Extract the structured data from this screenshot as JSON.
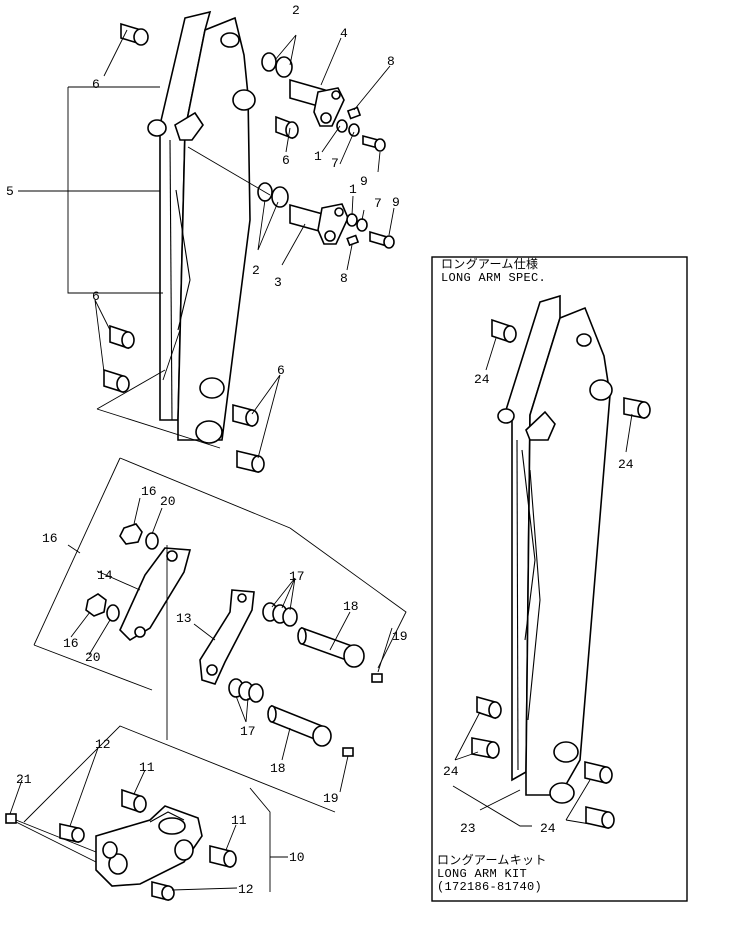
{
  "callouts": {
    "c2_top": "2",
    "c4": "4",
    "c8_top": "8",
    "c6_topleft": "6",
    "c6_mid": "6",
    "c1_a": "1",
    "c7_a": "7",
    "c9_a": "9",
    "c5": "5",
    "c1_b": "1",
    "c7_b": "7",
    "c9_b": "9",
    "c2_bottom": "2",
    "c3": "3",
    "c8_bottom": "8",
    "c6_left": "6",
    "c6_right": "6",
    "c16_top": "16",
    "c20_top": "20",
    "c16_left": "16",
    "c14": "14",
    "c17_top": "17",
    "c18_top": "18",
    "c13": "13",
    "c19_top": "19",
    "c16_bottom": "16",
    "c20_bottom": "20",
    "c17_bottom": "17",
    "c12_top": "12",
    "c11_left": "11",
    "c18_bottom": "18",
    "c21": "21",
    "c11_right": "11",
    "c19_bottom": "19",
    "c10": "10",
    "c12_bottom": "12",
    "c24_a": "24",
    "c24_b": "24",
    "c24_c": "24",
    "c23": "23",
    "c24_d": "24"
  },
  "long_arm_box": {
    "spec_jp": "ロングアーム仕様",
    "spec_en": "LONG ARM SPEC.",
    "kit_jp": "ロングアームキット",
    "kit_en": "LONG ARM KIT",
    "kit_pn": "(172186-81740)"
  }
}
